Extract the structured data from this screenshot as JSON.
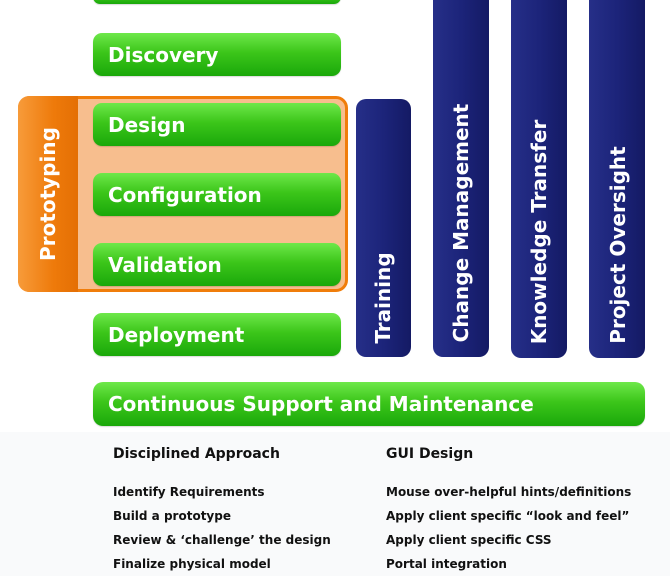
{
  "stages": {
    "discovery": "Discovery",
    "design": "Design",
    "configuration": "Configuration",
    "validation": "Validation",
    "deployment": "Deployment"
  },
  "prototyping": "Prototyping",
  "pillars": {
    "training": "Training",
    "change_management": "Change Management",
    "knowledge_transfer": "Knowledge Transfer",
    "project_oversight": "Project Oversight"
  },
  "support": "Continuous Support and Maintenance",
  "columns": {
    "left": {
      "title": "Disciplined Approach",
      "items": [
        "Identify Requirements",
        "Build a prototype",
        "Review & ‘challenge’ the design",
        "Finalize physical  model"
      ]
    },
    "right": {
      "title": "GUI Design",
      "items": [
        "Mouse over-helpful hints/definitions",
        "Apply client specific “look and feel”",
        "Apply client specific CSS",
        "Portal integration"
      ]
    }
  },
  "colors": {
    "green": "#3cc61a",
    "orange": "#f07d0a",
    "orange_fill": "#f7be8e",
    "navy": "#1c247a"
  }
}
